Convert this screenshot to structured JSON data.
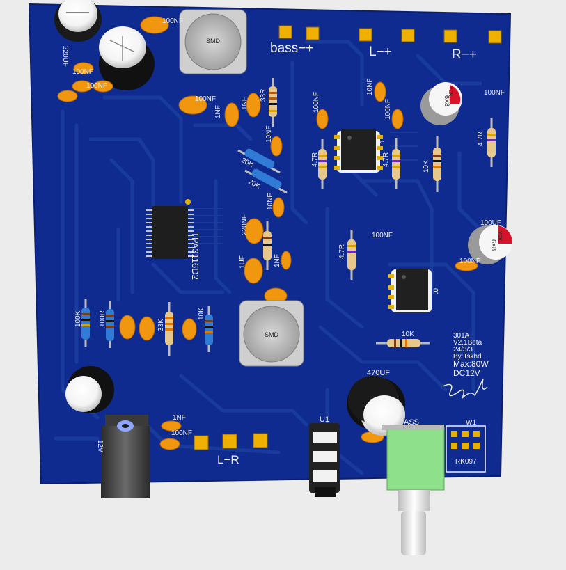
{
  "colors": {
    "background": "#ececec",
    "board": "#0f2b8f",
    "trace": "#1b3d9c",
    "silkscreen": "#f2f2f2",
    "pad": "#f0b000",
    "capacitor": "#f0960f",
    "potentiometer": "#8fe08a"
  },
  "header": {
    "bass": "bass−+",
    "left": "L−+",
    "right": "R−+"
  },
  "labels": {
    "cap_220uf": "220UF",
    "cap_100nf_top": "100NF",
    "cap_100nf_a": "100NF",
    "cap_100nf_b": "100NF",
    "cap_1nf_a": "1NF",
    "cap_1nf_b": "1NF",
    "cap_100nf_c": "100NF",
    "r_33r": "33R",
    "cap_100nf_d": "100NF",
    "cap_10nf_a": "10NF",
    "cap_100nf_e": "100NF",
    "cap_100nf_f": "100NF",
    "elcap_100nf": "100NF",
    "cap_10nf_b": "10NF",
    "r_47r_a": "4.7R",
    "r_47r_b": "4.7R",
    "r_1": "1",
    "r_10k_a": "10K",
    "r_47r_c": "4.7R",
    "r_20k_a": "20K",
    "r_20k_b": "20K",
    "cap_220nf": "220NF",
    "cap_1nf_c": "1NF",
    "cap_1uf": "1UF",
    "ic_amp": "TPA3116D2",
    "r_47r_d": "4.7R",
    "cap_100nf_g": "100NF",
    "elcap_100uf": "100UF",
    "cap_10nf_c": "10NF",
    "opamp_r": "R",
    "r_100k": "100K",
    "r_100r": "100R",
    "r_33k": "33K",
    "r_10k_b": "10K",
    "r_10k_c": "10K",
    "inductor": "SMD",
    "cap_470uf": "470UF",
    "cap_1nf_d": "1NF",
    "cap_100nf_h": "100NF",
    "out_lr": "L−R",
    "u1": "U1",
    "bass_pot": "ASS",
    "w1": "W1",
    "rk097": "RK097",
    "dc_jack": "12V",
    "elcap_brand": "YCK",
    "elcap_size": "6X8"
  },
  "info": {
    "line1": "301A",
    "line2": "V2.1Beta",
    "line3": "24/3/3",
    "line4": "By:Tskhd",
    "max": "Max:80W",
    "dc": "DC12V"
  }
}
